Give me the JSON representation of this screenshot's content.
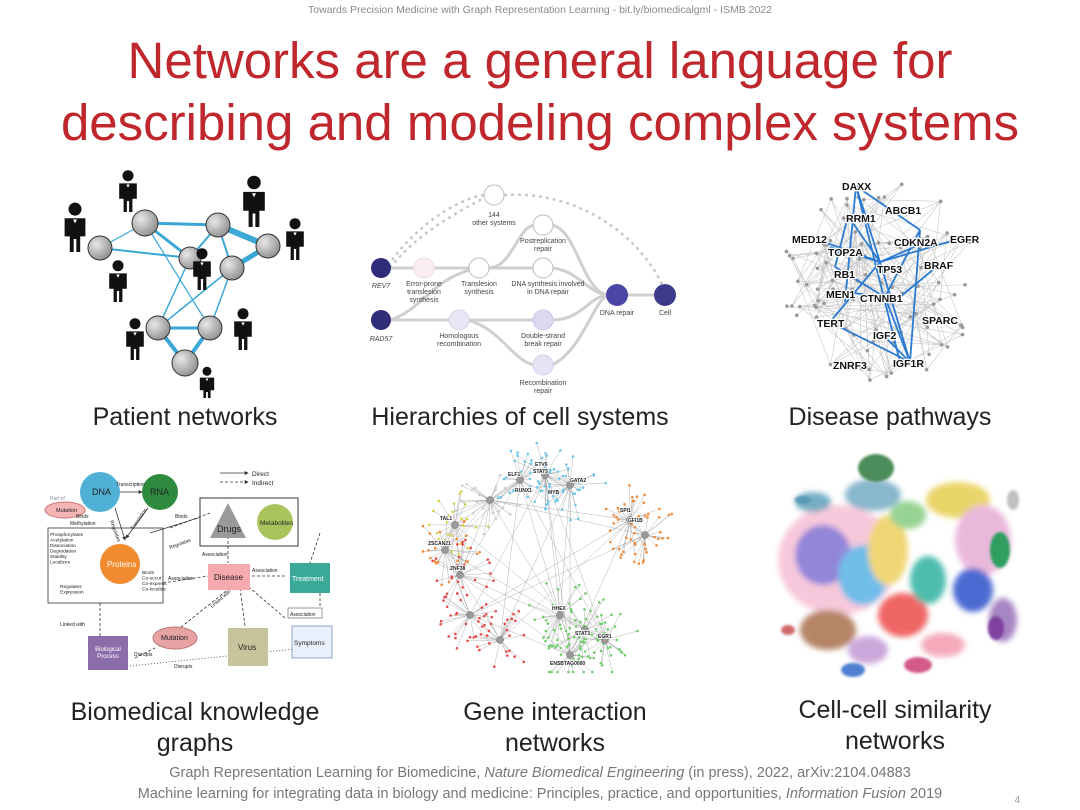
{
  "header": {
    "text": "Towards Precision Medicine with Graph Representation Learning - bit.ly/biomedicalgml - ISMB 2022"
  },
  "title": {
    "line1": "Networks are a general language for",
    "line2": "describing and modeling complex systems"
  },
  "panels": {
    "patient": {
      "caption": "Patient networks"
    },
    "hierarchy": {
      "caption": "Hierarchies of cell systems",
      "labels": {
        "rev7": "REV7",
        "rad57": "RAD57",
        "other_systems": "144\nother systems",
        "postreplication": "Postreplication\nrepair",
        "error_prone": "Error-prone\ntranslesion\nsynthesis",
        "translesion": "Translesion\nsynthesis",
        "dna_synthesis": "DNA synthesis involved\nin DNA repair",
        "dna_repair": "DNA repair",
        "cell": "Cell",
        "homologous": "Homologous\nrecombination",
        "double_strand": "Double-strand\nbreak repair",
        "recombination": "Recombination\nrepair"
      }
    },
    "disease": {
      "caption": "Disease pathways",
      "genes": [
        "DAXX",
        "ABCB1",
        "RRM1",
        "MED12",
        "CDKN2A",
        "EGFR",
        "TOP2A",
        "BRAF",
        "RB1",
        "TP53",
        "MEN1",
        "CTNNB1",
        "TERT",
        "SPARC",
        "IGF2",
        "ZNRF3",
        "IGF1R"
      ]
    },
    "knowledge": {
      "caption_line1": "Biomedical knowledge",
      "caption_line2": "graphs",
      "labels": {
        "dna": "DNA",
        "rna": "RNA",
        "proteins": "Proteins",
        "drugs": "Drugs",
        "metabolites": "Metabolites",
        "disease": "Disease",
        "treatment": "Treatment",
        "mutation_small": "Mutation",
        "mutation": "Mutation",
        "virus": "Virus",
        "symptoms": "Symptoms",
        "bio_process": "Biological\nProcess",
        "direct": "Direct",
        "indirect": "Indirect",
        "transcription": "Transcription",
        "translation": "Translation",
        "regulates": "Regulates",
        "binds": "Binds",
        "methylation": "Methylation",
        "part_of": "Part of",
        "association": "Association",
        "linked_with": "Linked with",
        "disrupts": "Disrupts",
        "protein_funcs": "Phosphorylates\nAcetylation\nDissociation\nDegradation\nStability\nLocalizes",
        "co_funcs": "Binds\nCo-occur\nCo-express\nCo-localize",
        "reg_expr": "Regulates\nExpression"
      }
    },
    "gene": {
      "caption_line1": "Gene interaction",
      "caption_line2": "networks",
      "labels": [
        "ELF1",
        "ETV6",
        "STAT5",
        "MYB",
        "GATA2",
        "RUNX1",
        "TAL1",
        "ZSCAN21",
        "ZNF38",
        "HHEX",
        "STAT3",
        "EGR1",
        "ENSBTAG0000",
        "GFI1B",
        "SPI1"
      ]
    },
    "cell": {
      "caption_line1": "Cell-cell similarity",
      "caption_line2": "networks"
    }
  },
  "references": {
    "ref1_pre": "Graph Representation Learning for Biomedicine, ",
    "ref1_journal": "Nature Biomedical Engineering",
    "ref1_post": " (in press), 2022, arXiv:2104.04883",
    "ref2_pre": "Machine learning for integrating data in biology and medicine: Principles, practice, and opportunities, ",
    "ref2_journal": "Information Fusion",
    "ref2_post": " 2019"
  },
  "page_number": "4",
  "colors": {
    "title": "#c0272d",
    "edge_blue": "#3aa7d6",
    "pathway_blue": "#2b7bd1",
    "hier_dark": "#3d3a8c",
    "hier_light": "#c9c4e6"
  }
}
